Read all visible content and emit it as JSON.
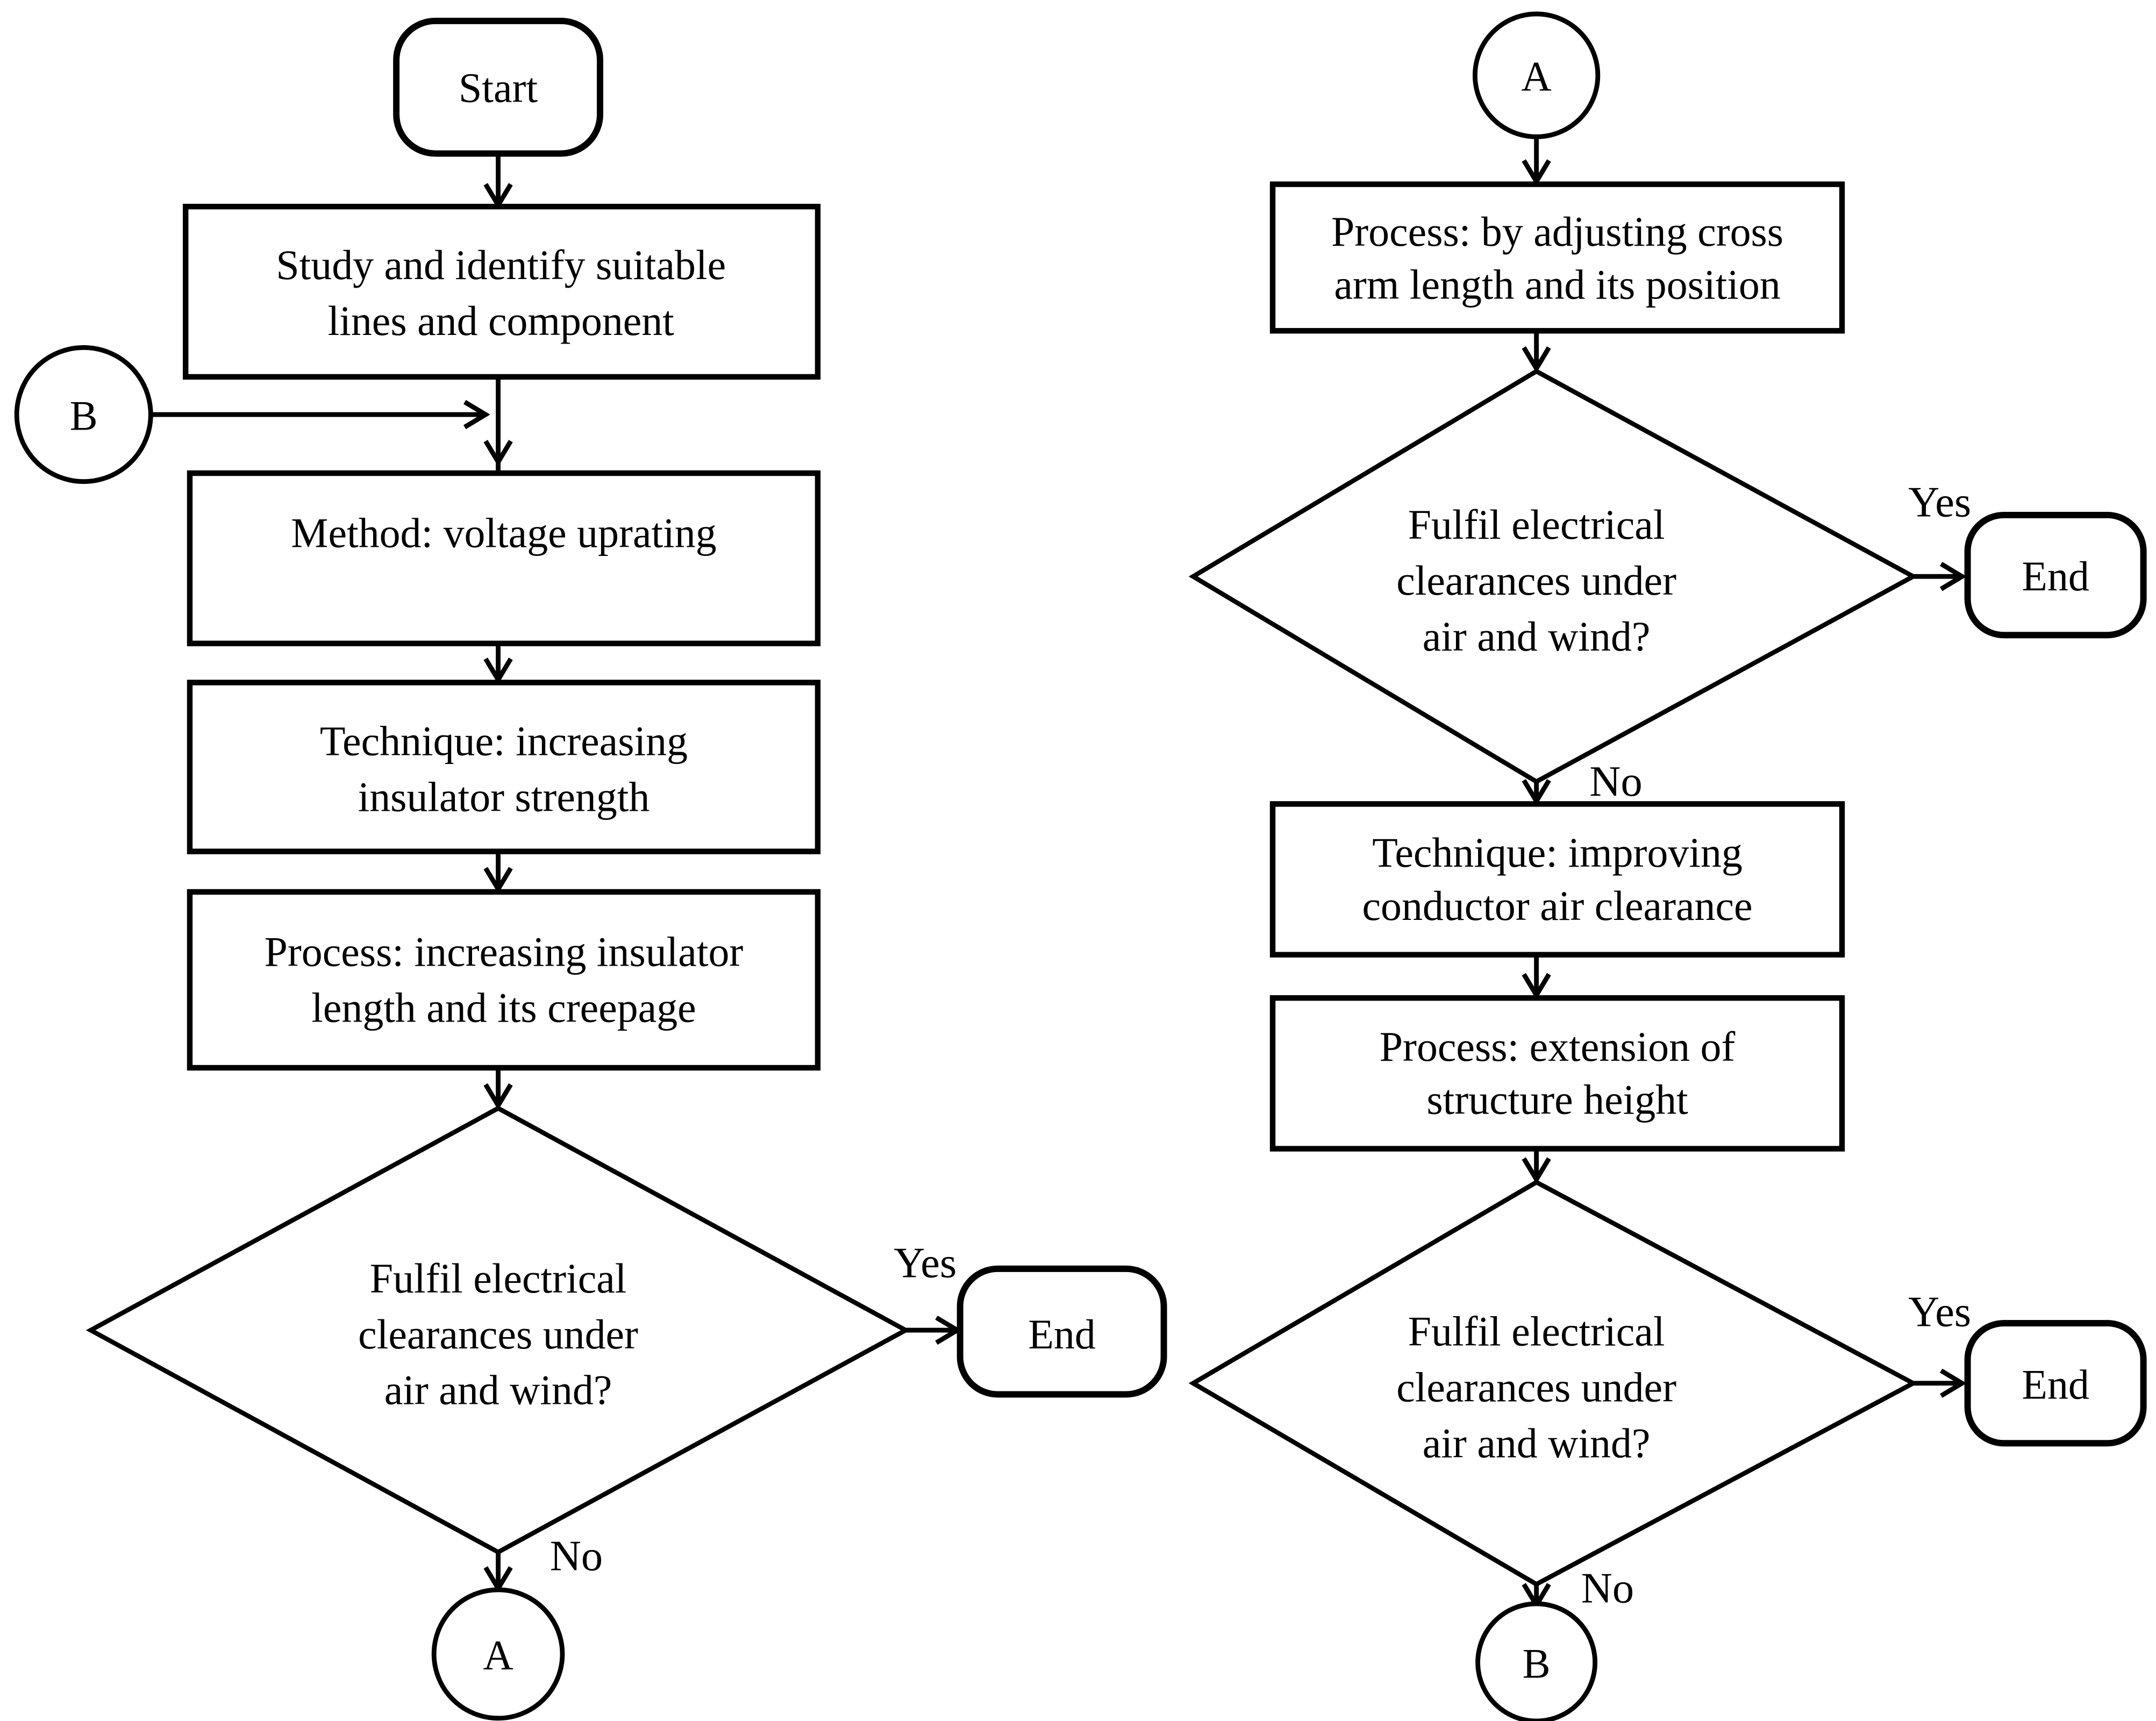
{
  "diagram": {
    "ink": "#000000",
    "bg": "#ffffff",
    "left": {
      "start_label": "Start",
      "study_box": [
        "Study and identify suitable",
        "lines and component"
      ],
      "b_connector": "B",
      "method_box": [
        "Method: voltage uprating"
      ],
      "technique_box": [
        "Technique: increasing",
        "insulator strength"
      ],
      "process_box": [
        "Process: increasing insulator",
        "length and its creepage"
      ],
      "decision": [
        "Fulfil electrical",
        "clearances under",
        "air and wind?"
      ],
      "yes": "Yes",
      "no": "No",
      "end_label": "End",
      "a_connector": "A"
    },
    "right": {
      "a_connector": "A",
      "crossarm_box": [
        "Process: by adjusting cross",
        "arm length and its position"
      ],
      "decision_top": [
        "Fulfil electrical",
        "clearances under",
        "air and wind?"
      ],
      "yes_top": "Yes",
      "no_top": "No",
      "end_top": "End",
      "conductor_box": [
        "Technique: improving",
        "conductor air clearance"
      ],
      "structure_box": [
        "Process: extension of",
        "structure height"
      ],
      "decision_bottom": [
        "Fulfil electrical",
        "clearances under",
        "air and wind?"
      ],
      "yes_bottom": "Yes",
      "no_bottom": "No",
      "end_bottom": "End",
      "b_connector": "B"
    }
  }
}
